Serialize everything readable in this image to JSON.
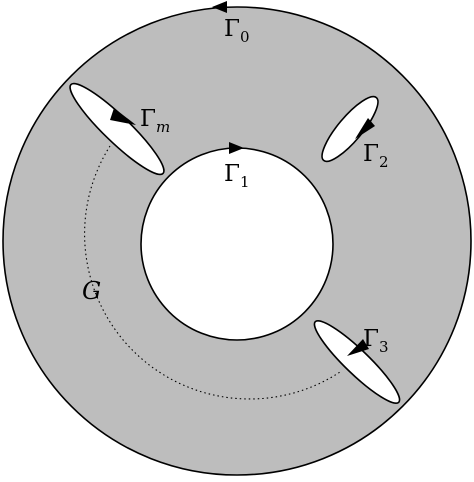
{
  "diagram": {
    "colors": {
      "domain_fill": "#bdbdbd",
      "hole_fill": "#ffffff",
      "stroke": "#000000"
    },
    "region": {
      "label": "G"
    },
    "boundaries": {
      "outer": {
        "base": "Γ",
        "sub": "0"
      },
      "inner": {
        "base": "Γ",
        "sub": "1"
      },
      "right_upper": {
        "base": "Γ",
        "sub": "2"
      },
      "right_lower": {
        "base": "Γ",
        "sub": "3"
      },
      "left_upper": {
        "base": "Γ",
        "sub": "m"
      }
    },
    "icons": [
      "orientation-arrow-icon"
    ]
  }
}
